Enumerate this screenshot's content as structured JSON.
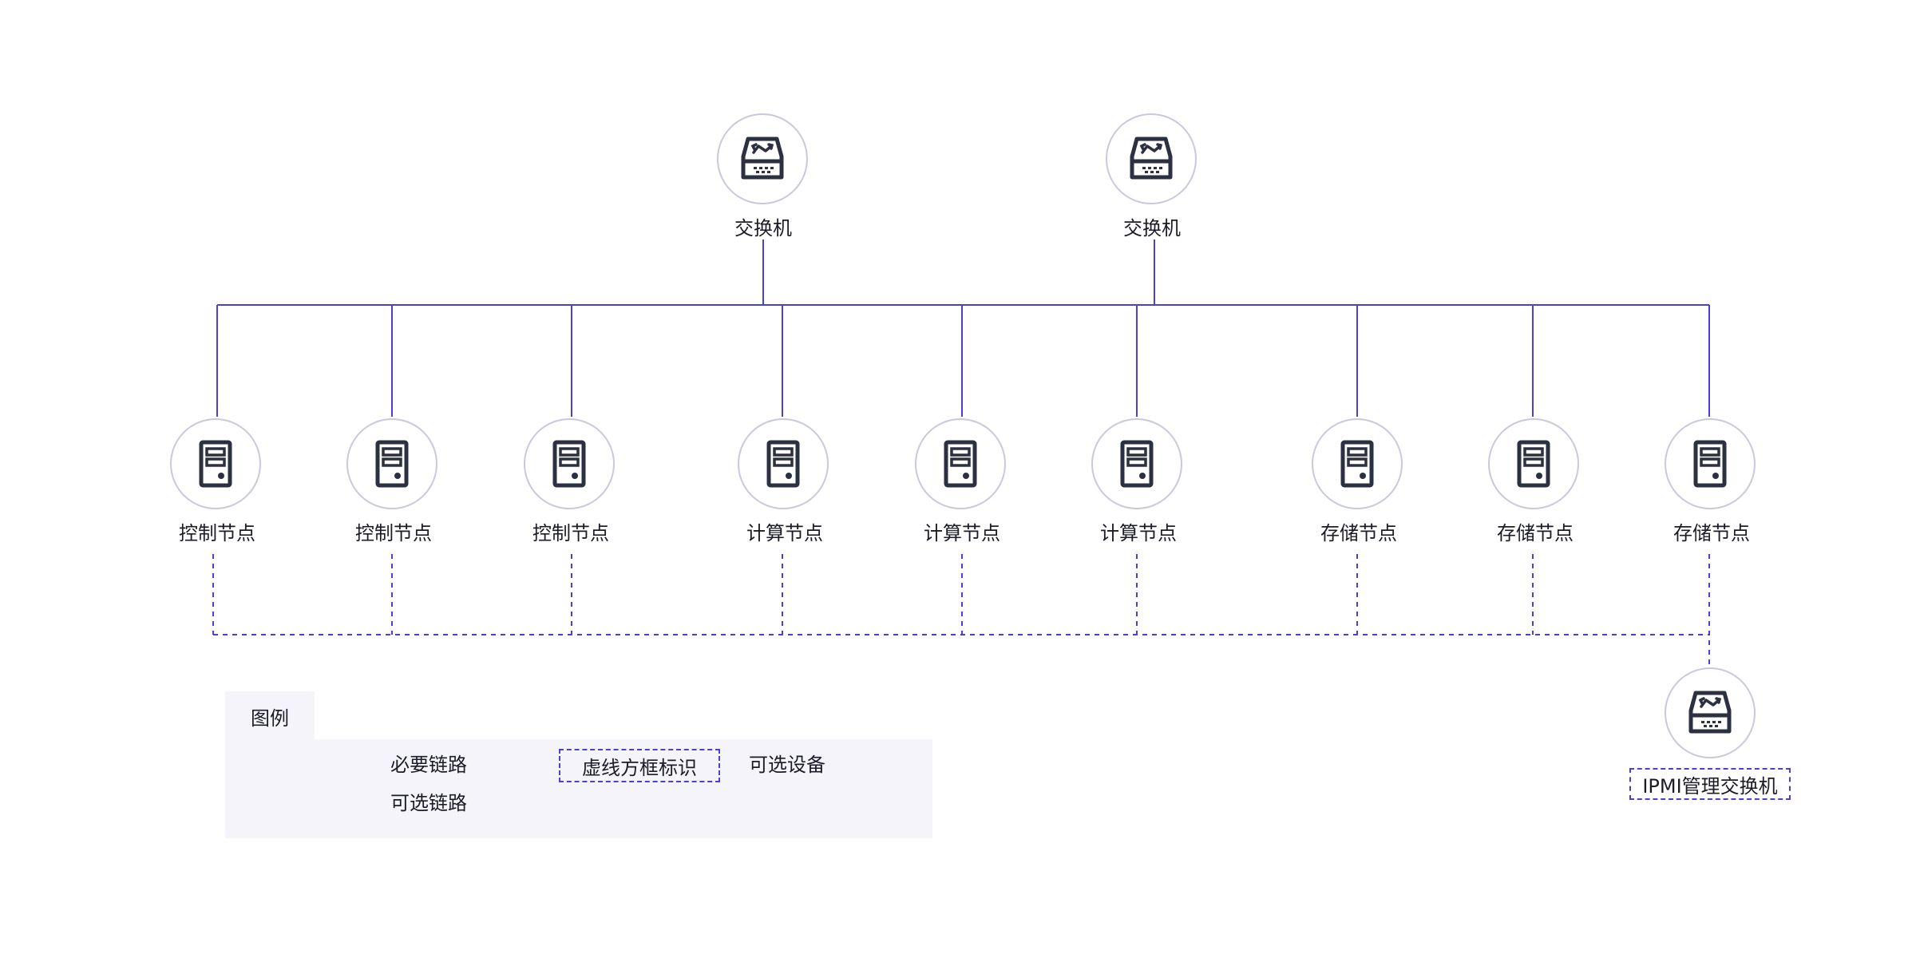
{
  "diagram": {
    "colors": {
      "link": "#4b3fd6",
      "circle_border": "#c8c9dc",
      "icon": "#2b3140",
      "legend_bg": "#f4f4fa"
    },
    "switches": [
      {
        "label": "交换机",
        "icon": "switch-icon"
      },
      {
        "label": "交换机",
        "icon": "switch-icon"
      }
    ],
    "nodes": [
      {
        "label": "控制节点",
        "icon": "server-icon"
      },
      {
        "label": "控制节点",
        "icon": "server-icon"
      },
      {
        "label": "控制节点",
        "icon": "server-icon"
      },
      {
        "label": "计算节点",
        "icon": "server-icon"
      },
      {
        "label": "计算节点",
        "icon": "server-icon"
      },
      {
        "label": "计算节点",
        "icon": "server-icon"
      },
      {
        "label": "存储节点",
        "icon": "server-icon"
      },
      {
        "label": "存储节点",
        "icon": "server-icon"
      },
      {
        "label": "存储节点",
        "icon": "server-icon"
      }
    ],
    "ipmi_switch": {
      "label": "IPMI管理交换机",
      "icon": "switch-icon"
    }
  },
  "legend": {
    "title": "图例",
    "required_link": "必要链路",
    "optional_link": "可选链路",
    "dashed_box_sample": "虚线方框标识",
    "optional_device": "可选设备"
  }
}
